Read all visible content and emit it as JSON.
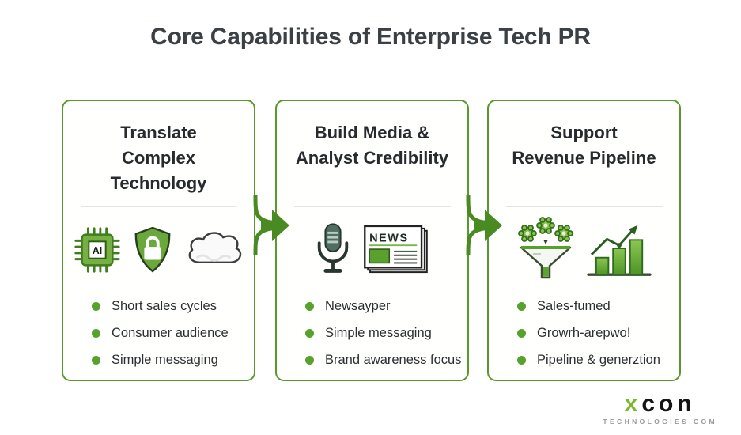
{
  "page": {
    "title": "Core Capabilities of Enterprise Tech PR"
  },
  "cards": [
    {
      "title": "Translate\nComplex\nTechnology",
      "icons": [
        "ai-chip-icon",
        "security-shield-icon",
        "cloud-icon"
      ],
      "chip_label": "AI",
      "bullets": [
        "Short sales cycles",
        "Consumer audience",
        "Simple messaging"
      ]
    },
    {
      "title": "Build Media &\nAnalyst Credibility",
      "icons": [
        "microphone-icon",
        "newspaper-icon"
      ],
      "news_label": "NEWS",
      "bullets": [
        "Newsayper",
        "Simple messaging",
        "Brand awareness focus"
      ]
    },
    {
      "title": "Support\nRevenue Pipeline",
      "icons": [
        "funnel-icon",
        "growth-chart-icon"
      ],
      "bullets": [
        "Sales-fumed",
        "Growrh-arepwo!",
        "Pipeline & generztion"
      ]
    }
  ],
  "arrows": [
    "flow-arrow-right",
    "flow-arrow-right"
  ],
  "logo": {
    "brand_first": "x",
    "brand_rest": "con",
    "tagline": "TECHNOLOGIES.COM"
  },
  "colors": {
    "card_border_green": "#58992e",
    "bullet_green": "#58a12c",
    "arrow_green": "#4a8a22",
    "icon_green": "#76b043",
    "title_color": "#3b4045",
    "logo_green": "#7cb82c"
  }
}
